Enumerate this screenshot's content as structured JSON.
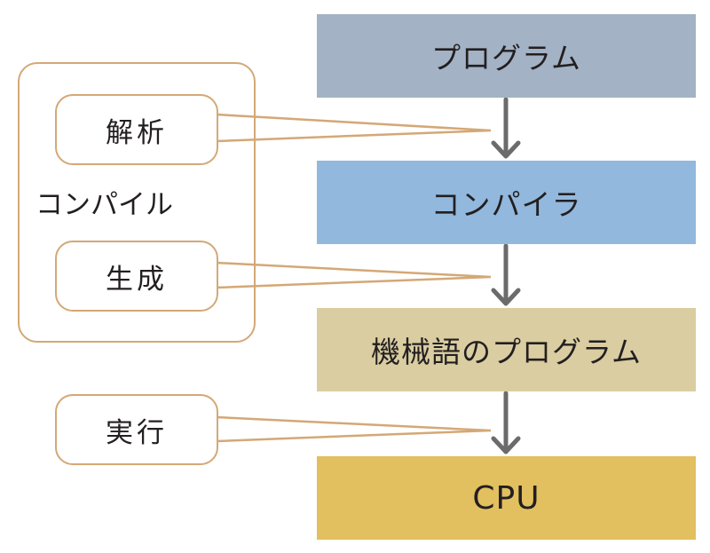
{
  "flow": {
    "steps": [
      {
        "label": "プログラム"
      },
      {
        "label": "コンパイラ"
      },
      {
        "label": "機械語のプログラム"
      },
      {
        "label": "CPU"
      }
    ]
  },
  "compile_group": {
    "label": "コンパイル",
    "phases": [
      {
        "label": "解析"
      },
      {
        "label": "生成"
      }
    ]
  },
  "execute": {
    "label": "実行"
  },
  "colors": {
    "program": "#a3b2c5",
    "compiler": "#92b8dd",
    "machine_code": "#d9cda1",
    "cpu": "#e2bf5f",
    "outline": "#d4a876",
    "arrow": "#6b6b6b"
  }
}
